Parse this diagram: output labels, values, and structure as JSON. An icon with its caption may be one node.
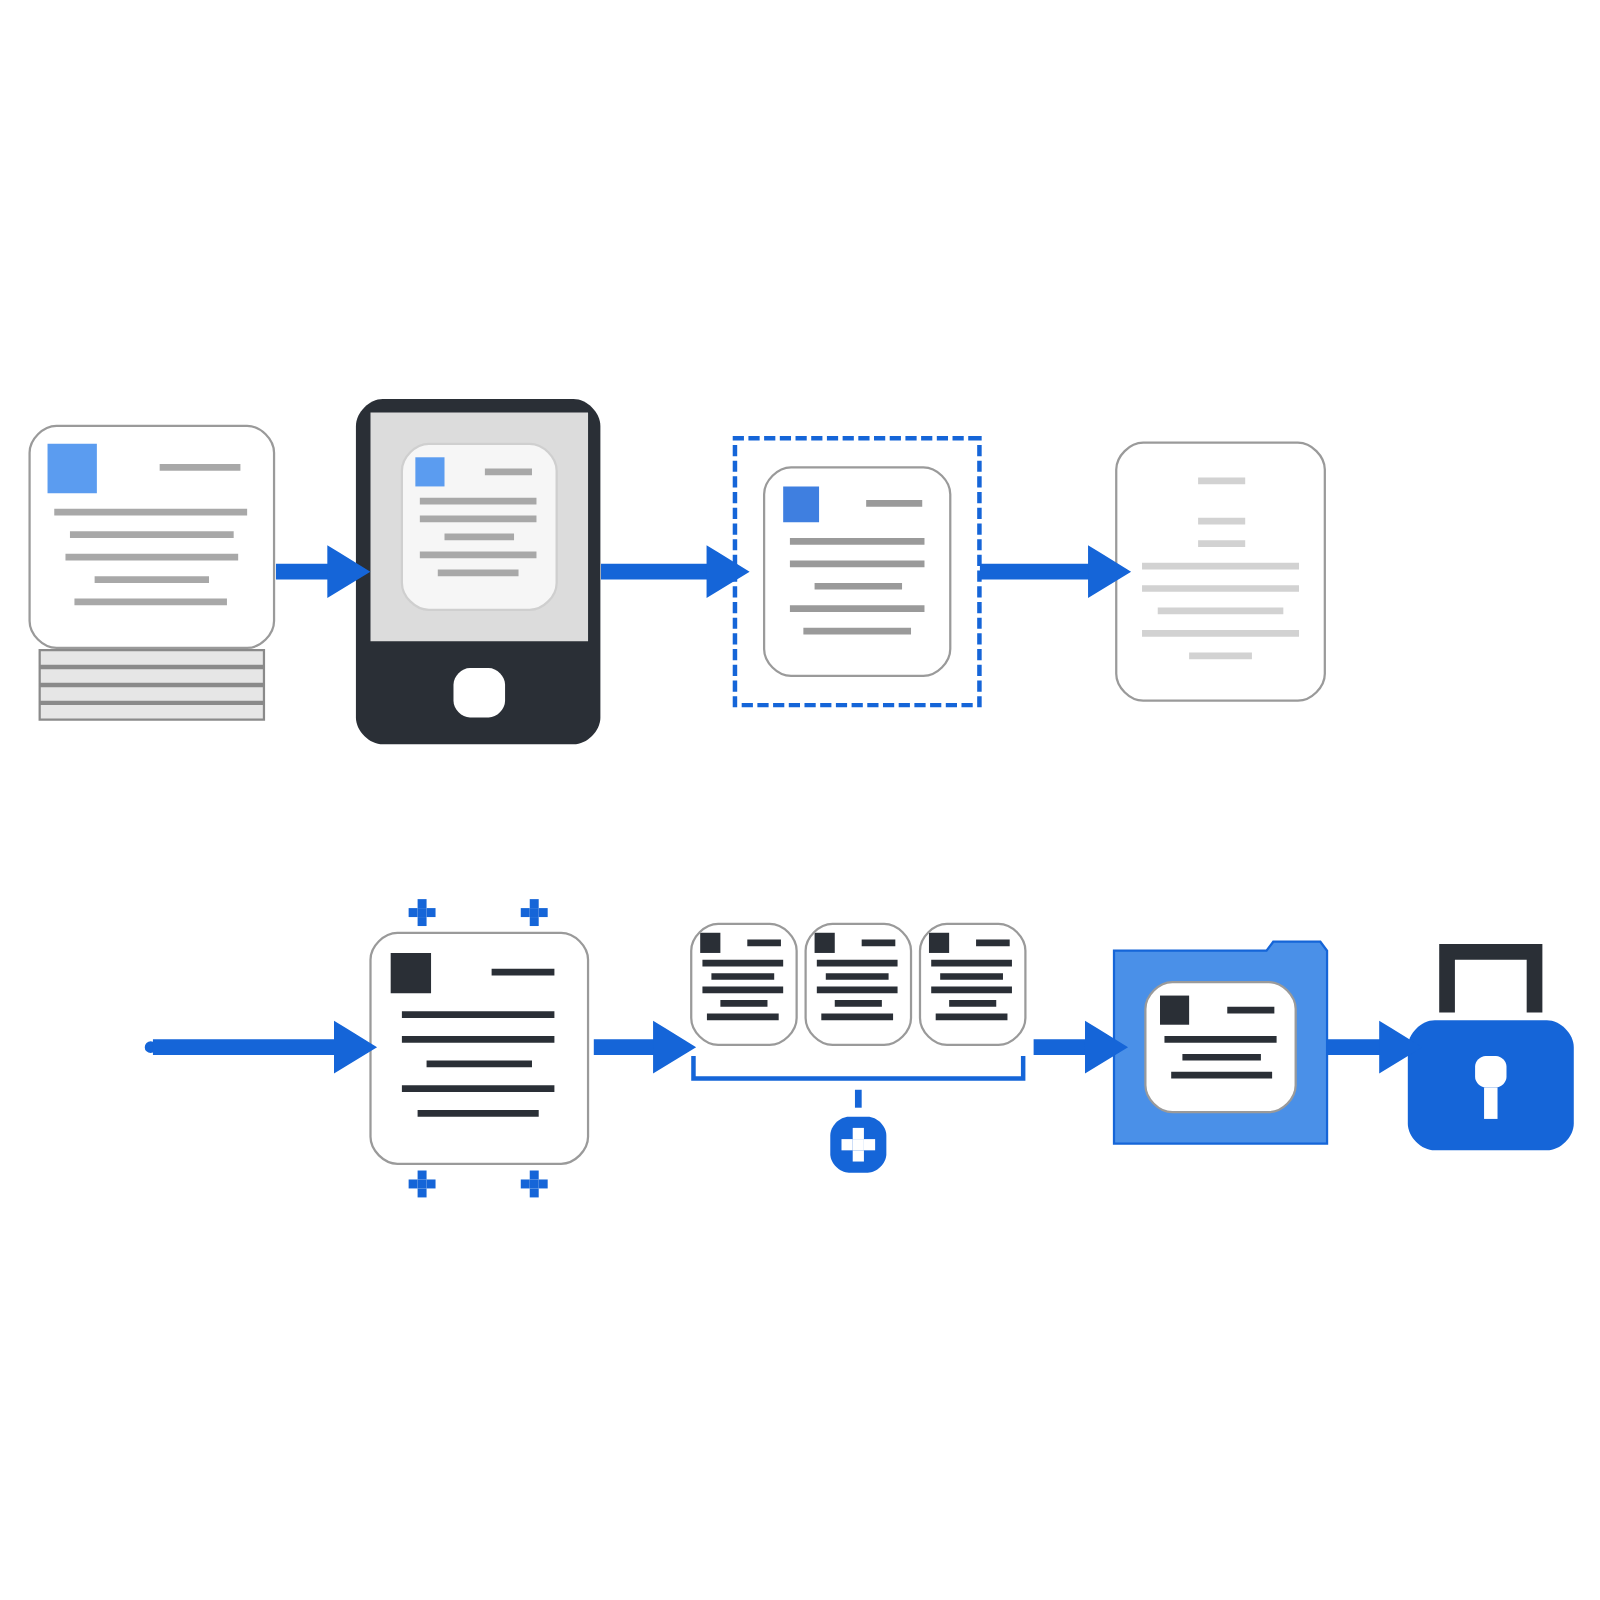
{
  "diagram": {
    "nodes": [
      {
        "text": [],
        "shape": "picture"
      },
      {
        "text": [],
        "shape": "picture"
      },
      {
        "text": [],
        "shape": "picture"
      },
      {
        "text": [],
        "shape": "picture"
      },
      {
        "text": [],
        "shape": "picture"
      },
      {
        "text": [],
        "shape": "picture"
      },
      {
        "text": [],
        "shape": "picture"
      },
      {
        "text": [],
        "shape": "picture"
      }
    ],
    "edges": [
      {
        "from": 0,
        "to": 1,
        "arrow": "to"
      },
      {
        "from": 1,
        "to": 2,
        "arrow": "to"
      },
      {
        "from": 2,
        "to": 3,
        "arrow": "to"
      },
      {
        "from": null,
        "to": 4,
        "arrow": "to"
      },
      {
        "from": 4,
        "to": 5,
        "arrow": "to"
      },
      {
        "from": 5,
        "to": 6,
        "arrow": "to"
      },
      {
        "from": 6,
        "to": 7,
        "arrow": "to"
      }
    ]
  }
}
